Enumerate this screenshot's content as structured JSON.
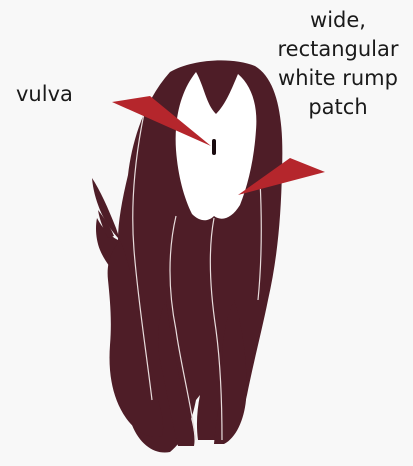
{
  "labels": {
    "vulva": "vulva",
    "rump_patch": [
      "wide,",
      "rectangular",
      "white rump",
      "patch"
    ]
  },
  "colors": {
    "background": "#f8f8f8",
    "body": "#4e1d27",
    "rump_patch": "#ffffff",
    "pointer": "#b5262c",
    "outline": "#e8dcdc"
  }
}
